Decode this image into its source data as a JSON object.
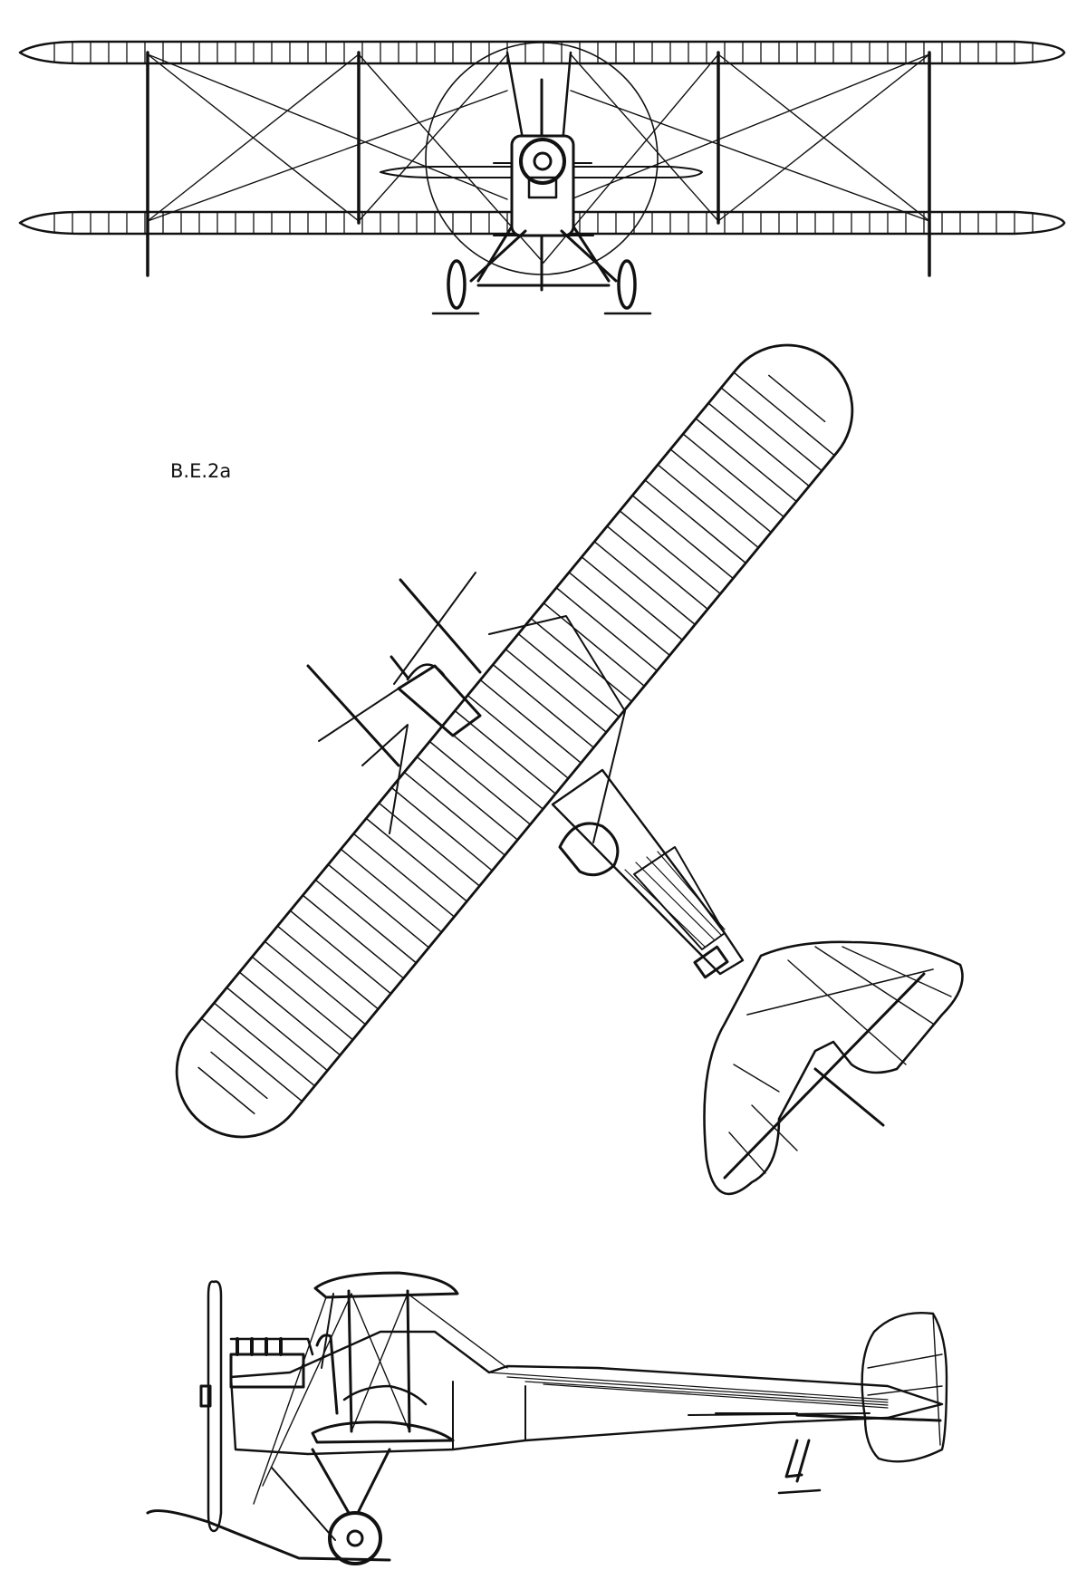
{
  "drawing": {
    "designation": "B.E.2a",
    "views": [
      "front-view",
      "plan-view",
      "side-view"
    ],
    "ink_color": "#111111",
    "paper_color": "#ffffff"
  }
}
